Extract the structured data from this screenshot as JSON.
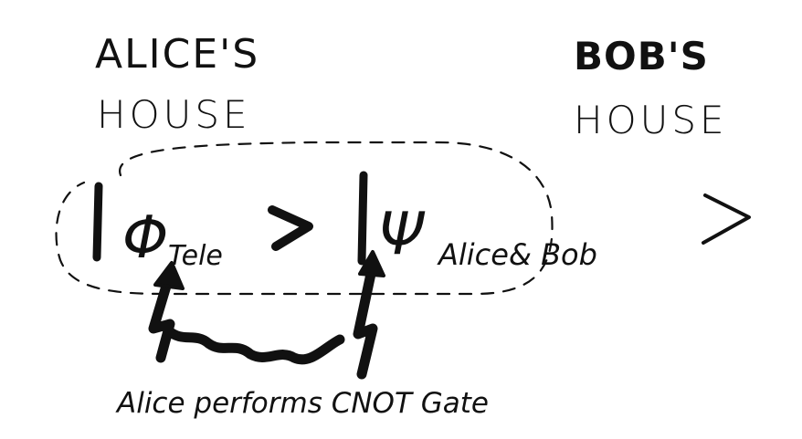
{
  "labels": {
    "alice_line1": "ALICE'S",
    "alice_line2": "HOUSE",
    "bob_line1": "BOB'S",
    "bob_line2": "HOUSE",
    "phi_symbol": "Φ",
    "phi_subscript": "Tele",
    "psi_symbol": "Ψ",
    "psi_subscript": "Alice& Bob",
    "gate_caption": "Alice performs CNOT Gate"
  },
  "colors": {
    "ink": "#111111",
    "background": "#ffffff"
  }
}
